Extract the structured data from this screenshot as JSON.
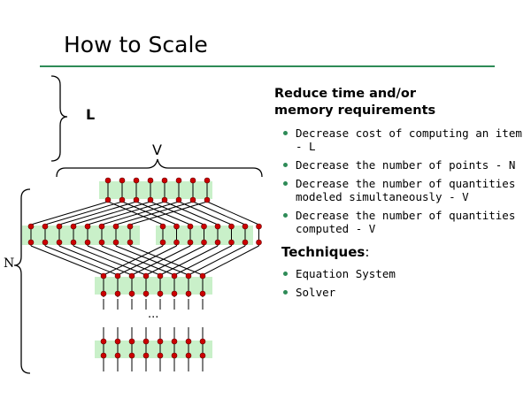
{
  "slide": {
    "title": "How to Scale"
  },
  "diagram": {
    "label_L": "L",
    "label_V": "V",
    "label_N": "N",
    "ellipsis": "..."
  },
  "content": {
    "heading_line1": "Reduce time and/or",
    "heading_line2": "memory requirements",
    "bullets": [
      "Decrease cost of computing an item - L",
      "Decrease the number of points - N",
      "Decrease the number of quantities modeled simultaneously - V",
      "Decrease the number of quantities computed - V"
    ],
    "techniques_label": "Techniques",
    "techniques_colon": ":",
    "techniques": [
      "Equation System",
      "Solver"
    ]
  },
  "colors": {
    "rule": "#2e8b57",
    "node": "#cc0000",
    "band": "#c9f0c9",
    "bullet": "#2e8b57"
  }
}
